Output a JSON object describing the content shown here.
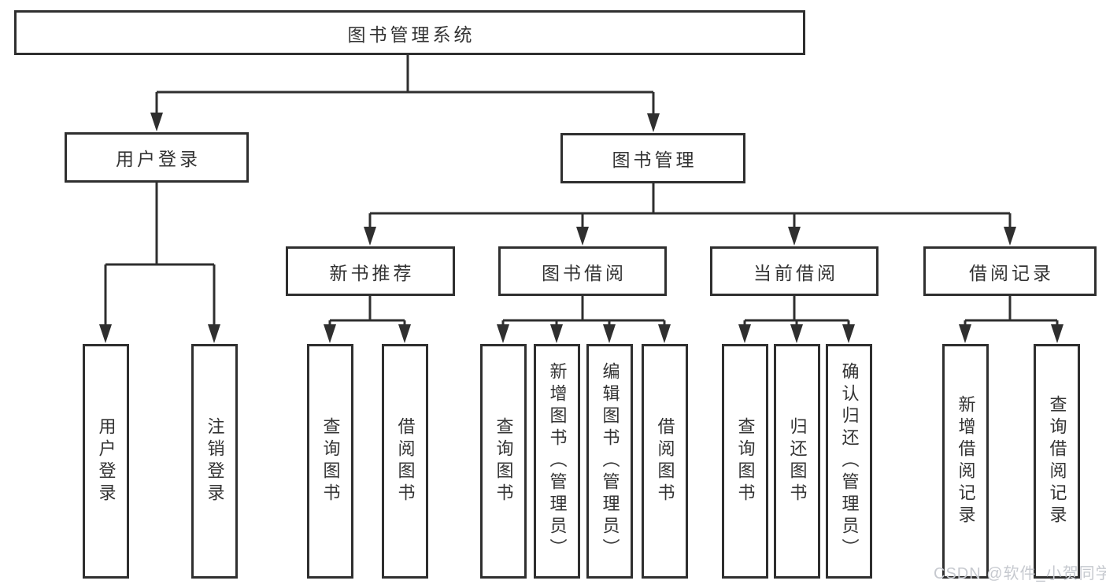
{
  "diagram_title": "图书管理系统",
  "nodes": {
    "root": "图书管理系统",
    "user_login": "用户登录",
    "book_mgmt": "图书管理",
    "new_book_rec": "新书推荐",
    "book_borrow": "图书借阅",
    "current_borrow": "当前借阅",
    "borrow_records": "借阅记录",
    "leaf_user_login": "用户登录",
    "leaf_logout": "注销登录",
    "nb_query_books": "查询图书",
    "nb_borrow_books": "借阅图书",
    "bb_query_books": "查询图书",
    "bb_add_books": "新增图书（管理员）",
    "bb_edit_books": "编辑图书（管理员）",
    "bb_borrow_books": "借阅图书",
    "cb_query_books": "查询图书",
    "cb_return_books": "归还图书",
    "cb_confirm_return": "确认归还（管理员）",
    "br_add_record": "新增借阅记录",
    "br_query_record": "查询借阅记录"
  },
  "colors": {
    "line": "#2f2f2f",
    "text": "#333333",
    "background": "#ffffff",
    "watermark": "#c6c9cf"
  },
  "watermark": "CSDN @软件_小贺同学"
}
